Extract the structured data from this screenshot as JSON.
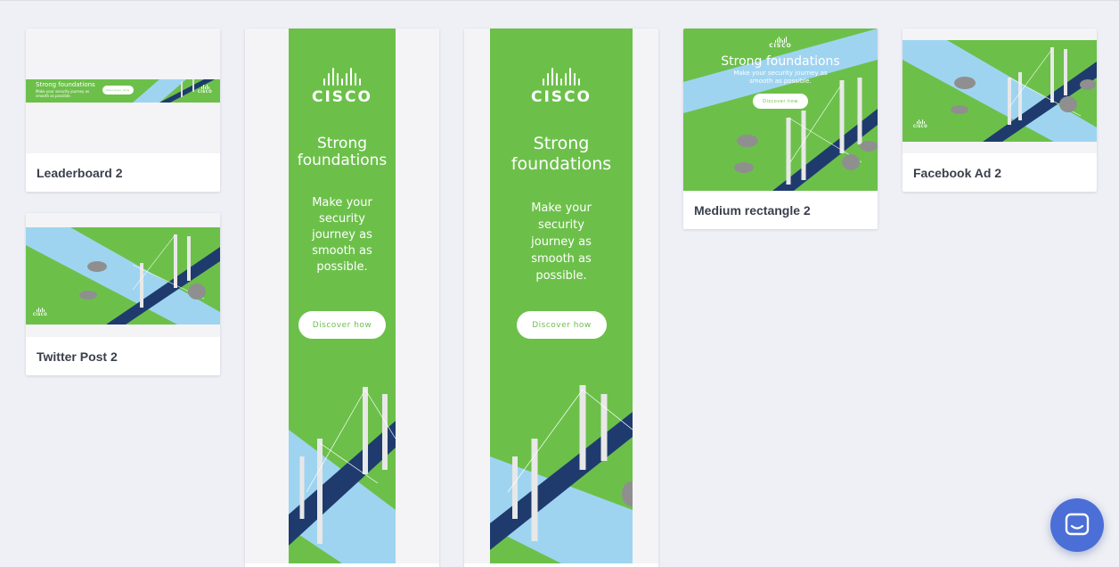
{
  "cards": {
    "leaderboard": {
      "label": "Leaderboard 2",
      "ad": {
        "headline": "Strong foundations",
        "body": "Make your security journey as smooth as possible.",
        "cta": "Discover how",
        "logo": "CISCO"
      }
    },
    "twitter": {
      "label": "Twitter Post 2",
      "ad": {
        "logo": "CISCO"
      }
    },
    "skyscraper": {
      "ad": {
        "logo": "CISCO",
        "headline": "Strong foundations",
        "body": "Make your security journey as smooth as possible.",
        "cta": "Discover how"
      }
    },
    "wide_skyscraper": {
      "ad": {
        "logo": "CISCO",
        "headline": "Strong foundations",
        "body": "Make your security journey as smooth as possible.",
        "cta": "Discover how"
      }
    },
    "medium_rectangle": {
      "label": "Medium rectangle 2",
      "ad": {
        "logo": "CISCO",
        "headline": "Strong foundations",
        "body": "Make your security journey as smooth as possible.",
        "cta": "Discover how"
      }
    },
    "facebook": {
      "label": "Facebook Ad 2",
      "ad": {
        "logo": "CISCO"
      }
    }
  },
  "chat_widget": {
    "icon": "chat-bubble-icon"
  },
  "colors": {
    "page_bg": "#eff0f5",
    "ad_green": "#6cc04a",
    "river_blue": "#9fd4f1",
    "road_navy": "#1f3b6e",
    "chat_blue": "#4b6fd6",
    "label_text": "#3a3f4b"
  }
}
